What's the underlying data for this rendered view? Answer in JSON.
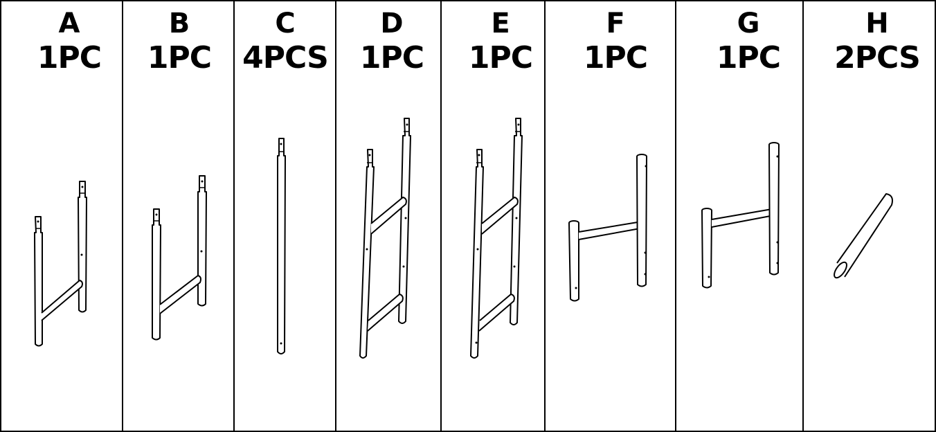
{
  "parts": [
    {
      "letter": "A",
      "qty": "1PC"
    },
    {
      "letter": "B",
      "qty": "1PC"
    },
    {
      "letter": "C",
      "qty": "4PCS"
    },
    {
      "letter": "D",
      "qty": "1PC"
    },
    {
      "letter": "E",
      "qty": "1PC"
    },
    {
      "letter": "F",
      "qty": "1PC"
    },
    {
      "letter": "G",
      "qty": "1PC"
    },
    {
      "letter": "H",
      "qty": "2PCS"
    }
  ],
  "colors": {
    "ink": "#000000",
    "paper": "#ffffff"
  }
}
